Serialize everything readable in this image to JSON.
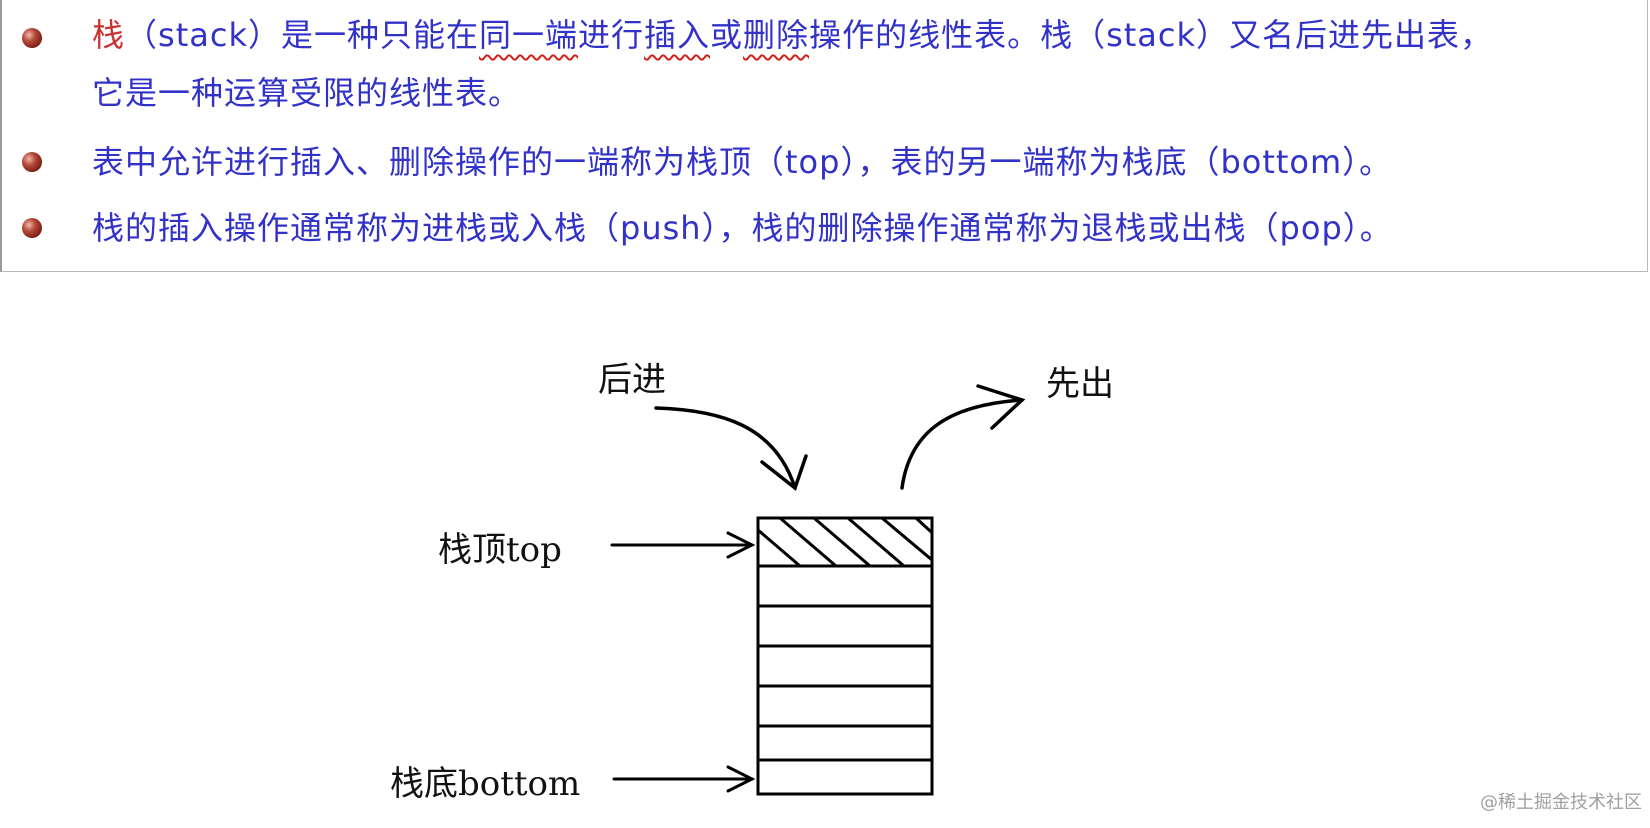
{
  "bullets": [
    {
      "term": "栈",
      "rest_a": "（stack）是一种只能在",
      "u1": "同一端",
      "rest_b": "进行",
      "u2": "插入",
      "rest_c": "或",
      "u3": "删除",
      "rest_d": "操作的线性表。栈（stack）又名后进先出表，",
      "line2": "它是一种运算受限的线性表。"
    },
    {
      "text": "表中允许进行插入、删除操作的一端称为栈顶（top），表的另一端称为栈底（bottom）。"
    },
    {
      "text": "栈的插入操作通常称为进栈或入栈（push），栈的删除操作通常称为退栈或出栈（pop）。"
    }
  ],
  "diagram": {
    "push_label": "后进",
    "pop_label": "先出",
    "top_label": "栈顶top",
    "bottom_label": "栈底bottom"
  },
  "watermark": "@稀土掘金技术社区",
  "colors": {
    "body_text": "#3232c8",
    "term": "#c8322f",
    "underline": "#d0221a",
    "bullet_dot": "#7a1a14"
  }
}
